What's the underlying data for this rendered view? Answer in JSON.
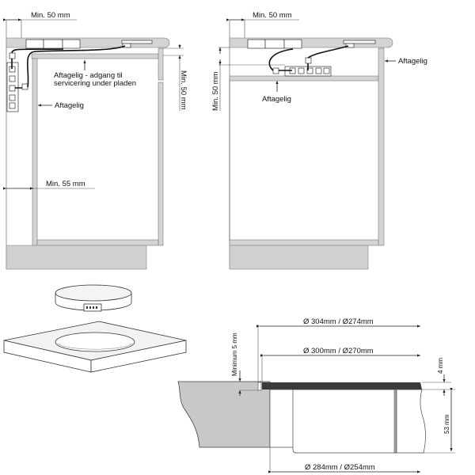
{
  "left_cabinet": {
    "top_clearance": "Min. 50 mm",
    "side_height": "Min. 50 mm",
    "removable_access_line1": "Aftagelig - adgang til",
    "removable_access_line2": "servicering under pladen",
    "removable_side": "Aftagelig",
    "wall_clearance": "Min. 55 mm"
  },
  "right_cabinet": {
    "top_clearance": "Min. 50 mm",
    "side_height": "Min. 50 mm",
    "removable_shelf": "Aftagelig",
    "removable_right": "Aftagelig"
  },
  "cross_section": {
    "outer_diameter": "Ø 304mm / Ø274mm",
    "glass_diameter": "Ø 300mm / Ø270mm",
    "min_gap": "Minimum 5 mm",
    "glass_thickness": "4 mm",
    "body_height": "53 mm",
    "cutout_diameter": "Ø 284mm / Ø254mm"
  },
  "colors": {
    "panel": "#d4d4d4",
    "glass": "#3a3a3a",
    "counter": "#c8c8c8"
  }
}
